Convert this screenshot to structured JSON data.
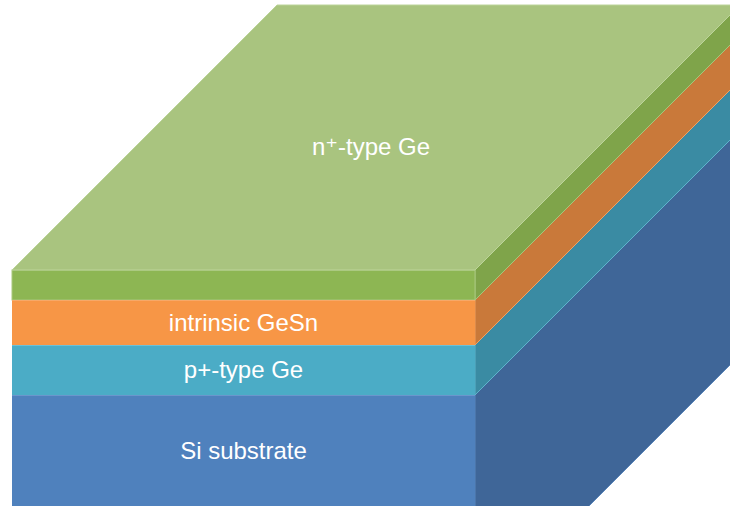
{
  "diagram": {
    "nodes": [
      {
        "text": [
          "n⁺-type Ge"
        ]
      },
      {
        "text": [
          "intrinsic GeSn"
        ]
      },
      {
        "text": [
          "p+-type Ge"
        ]
      },
      {
        "text": [
          "Si substrate"
        ]
      }
    ]
  }
}
